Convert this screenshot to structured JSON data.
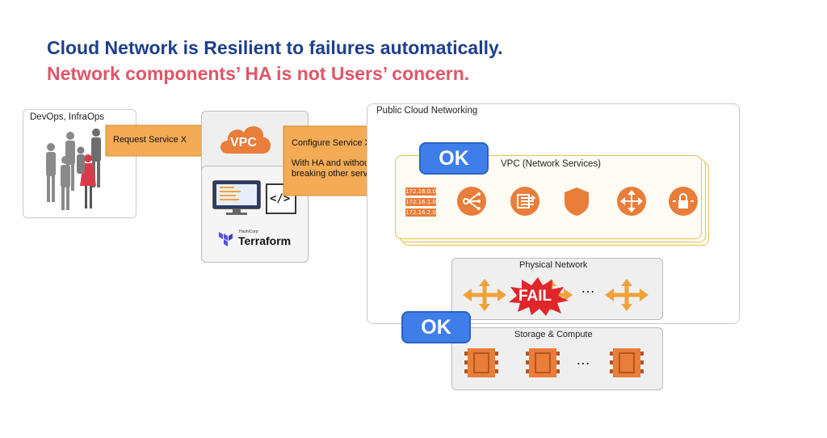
{
  "title": {
    "line1": "Cloud Network is Resilient to failures automatically.",
    "line2": "Network components’ HA is not Users’ concern."
  },
  "devops": {
    "label": "DevOps, InfraOps"
  },
  "request": {
    "label": "Request Service X"
  },
  "tools": {
    "vpc_badge": "VPC",
    "code_glyph": "</>",
    "terraform_small": "HashiCorp",
    "terraform": "Terraform"
  },
  "configure": {
    "line1": "Configure Service X,",
    "line2": "With HA and without breaking other services"
  },
  "cloud": {
    "label": "Public Cloud Networking"
  },
  "vpc_services": {
    "label": "VPC (Network Services)",
    "ok": "OK",
    "subnets": [
      "172.16.0.0",
      "172.16.1.0",
      "172.16.2.0"
    ]
  },
  "physical": {
    "label": "Physical Network",
    "fail": "FAIL",
    "ellipsis": "…"
  },
  "storage": {
    "label": "Storage & Compute",
    "ok": "OK",
    "ellipsis": "…"
  },
  "colors": {
    "navy": "#1e3f8c",
    "coral": "#e05668",
    "orange": "#e97d3a",
    "arrow": "#f3ab56",
    "ok_blue": "#3f7ee8",
    "fail_red": "#e0262b"
  }
}
